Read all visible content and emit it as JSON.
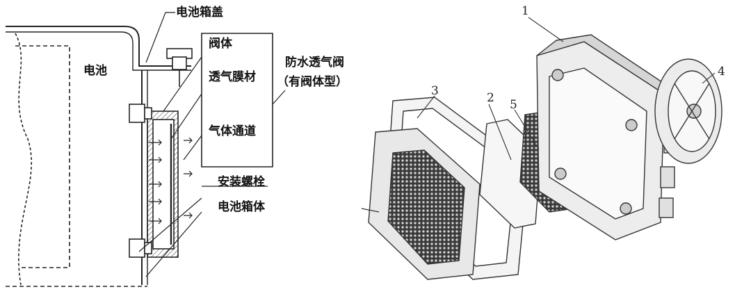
{
  "left_figure": {
    "labels": {
      "battery_box_cover": "电池箱盖",
      "battery": "电池",
      "valve_body": "阀体",
      "breathable_membrane": "透气膜材",
      "gas_channel": "气体通道",
      "mounting_bolt": "安装螺栓",
      "battery_box_body": "电池箱体",
      "valve_title_line1": "防水透气阀",
      "valve_title_line2": "（有阀体型）"
    }
  },
  "right_figure": {
    "part_numbers": [
      "1",
      "2",
      "3",
      "4",
      "5"
    ]
  }
}
